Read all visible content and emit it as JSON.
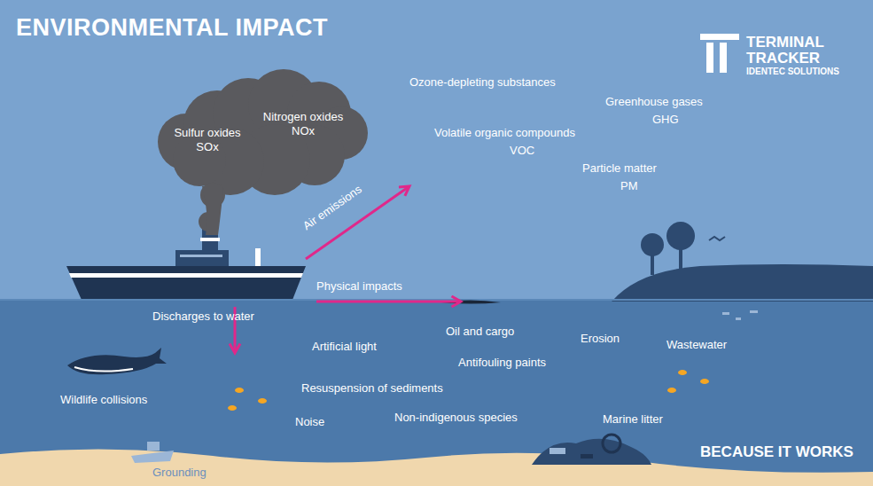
{
  "diagram": {
    "title": "ENVIRONMENTAL IMPACT",
    "nodes": [
      {
        "text": [
          "Sulfur oxides SOx",
          "Nitrogen oxides NOx"
        ]
      }
    ],
    "labels": [
      "TERMINAL",
      "TRACKER",
      "IDENTEC SOLUTIONS",
      "Ozone-depleting substances",
      "Greenhouse gases",
      "GHG",
      "Volatile organic compounds",
      "VOC",
      "Particle matter",
      "PM",
      "Air emissions",
      "Physical impacts",
      "Discharges to water",
      "Artificial light",
      "Oil and cargo",
      "Erosion",
      "Wastewater",
      "Antifouling paints",
      "Wildlife collisions",
      "Resuspension of sediments",
      "Noise",
      "Non-indigenous species",
      "Marine litter",
      "Grounding",
      "BECAUSE IT WORKS"
    ]
  }
}
